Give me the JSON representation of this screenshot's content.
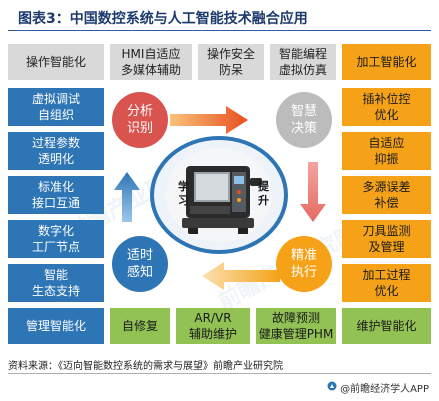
{
  "title": "图表3：中国数控系统与人工智能技术融合应用",
  "top_row": [
    "操作智能化",
    "HMI自适应\n多媒体辅助",
    "操作安全\n防呆",
    "智能编程\n虚拟仿真",
    "加工智能化"
  ],
  "left_col": [
    "虚拟调试\n自组织",
    "过程参数\n透明化",
    "标准化\n接口互通",
    "数字化\n工厂节点",
    "智能\n生态支持",
    "管理智能化"
  ],
  "right_col": [
    "插补位控\n优化",
    "自适应\n抑振",
    "多源误差\n补偿",
    "刀具监测\n及管理",
    "加工过程\n优化"
  ],
  "bottom_row": [
    "自修复",
    "AR/VR\n辅助维护",
    "故障预测\n健康管理PHM",
    "维护智能化"
  ],
  "cycle": {
    "analyze": "分析\n识别",
    "decide": "智慧\n决策",
    "execute": "精准\n执行",
    "sense": "适时\n感知",
    "learn": "学\n习",
    "improve": "提\n升"
  },
  "footer": {
    "source": "资料来源：《迈向智能数控系统的需求与展望》前瞻产业研究院",
    "brand": "@前瞻经济学人APP"
  },
  "colors": {
    "blue": "#2e75b6",
    "orange": "#f5a219",
    "green": "#92c254",
    "gray": "#d9d9d9",
    "red": "#d9534f",
    "title": "#1d3a6e"
  },
  "icons": [
    "cnc-machine-icon",
    "cycle-arrow-icon",
    "brand-logo-icon"
  ]
}
